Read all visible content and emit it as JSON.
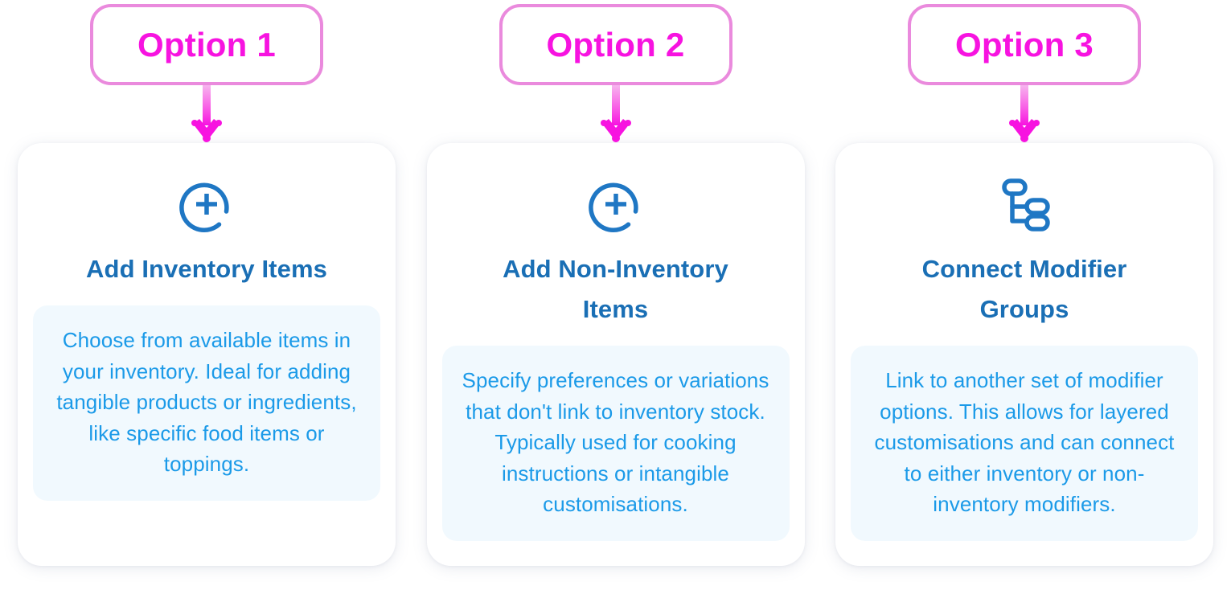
{
  "diagram": {
    "title": "Modifier creation options",
    "colors": {
      "pill_border": "#ea8add",
      "pill_text": "#f713e0",
      "arrow_top": "#f49be6",
      "arrow_bottom": "#f713e0",
      "icon_blue": "#1f77c4",
      "title_blue": "#1a6fb5",
      "body_blue": "#1b9ae8",
      "body_background": "#f1f9fe",
      "card_background": "#ffffff",
      "page_background": "#ffffff"
    },
    "columns": [
      {
        "pill_label": "Option 1",
        "icon": "plus-circle-icon",
        "card_title": "Add Inventory Items",
        "card_body": "Choose from available items in your inventory. Ideal for adding tangible products or ingredients, like specific food items or toppings."
      },
      {
        "pill_label": "Option 2",
        "icon": "plus-circle-icon",
        "card_title": "Add Non-Inventory Items",
        "card_body": "Specify preferences or variations that don't link to inventory stock. Typically used for cooking instructions or intangible customisations."
      },
      {
        "pill_label": "Option 3",
        "icon": "hierarchy-tree-icon",
        "card_title": "Connect Modifier Groups",
        "card_body": "Link to another set of modifier options. This allows for layered customisations and can connect to either inventory or non-inventory modifiers."
      }
    ]
  }
}
